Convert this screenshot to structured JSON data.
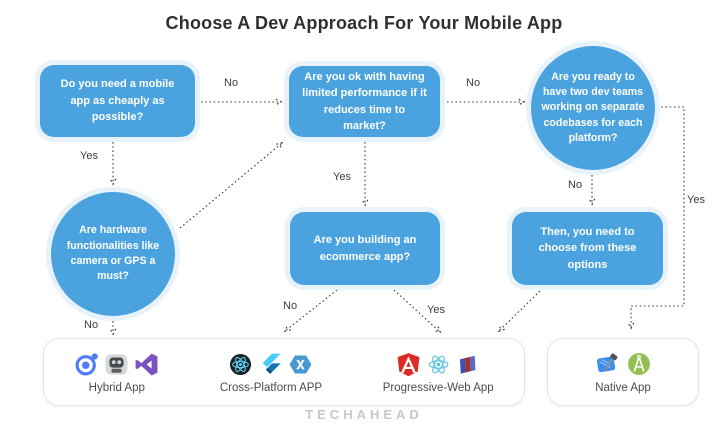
{
  "title": "Choose A Dev Approach For Your Mobile App",
  "brand": "TECHAHEAD",
  "colors": {
    "node_blue": "#4AA3DE",
    "node_halo": "#E8F2FA",
    "arrow": "#3d3d3d",
    "title_text": "#303030",
    "brand_text": "#c7c7c7"
  },
  "nodes": [
    {
      "id": "q-cheap",
      "shape": "rect",
      "text": "Do you need a mobile app as cheaply as possible?"
    },
    {
      "id": "q-performance",
      "shape": "rect",
      "text": "Are you ok with having limited performance if it reduces time to market?"
    },
    {
      "id": "q-two-teams",
      "shape": "circle",
      "text": "Are you ready to have two dev teams working on separate codebases for each platform?"
    },
    {
      "id": "q-hardware",
      "shape": "circle",
      "text": "Are hardware functionalities like camera or GPS a must?"
    },
    {
      "id": "q-ecommerce",
      "shape": "rect",
      "text": "Are you building an ecommerce app?"
    },
    {
      "id": "choose-options",
      "shape": "rect",
      "text": "Then, you need to choose from these options"
    }
  ],
  "edges": [
    {
      "label": "No",
      "from": "q-cheap",
      "to": "q-performance"
    },
    {
      "label": "No",
      "from": "q-performance",
      "to": "q-two-teams"
    },
    {
      "label": "Yes",
      "from": "q-cheap",
      "to": "q-hardware"
    },
    {
      "label": "Yes",
      "from": "q-performance",
      "to": "q-ecommerce"
    },
    {
      "label": "No",
      "from": "q-two-teams",
      "to": "choose-options"
    },
    {
      "label": "Yes",
      "from": "q-two-teams",
      "to": "native-app"
    },
    {
      "label": "No",
      "from": "q-hardware",
      "to": "hybrid-app"
    },
    {
      "label": "No",
      "from": "q-ecommerce",
      "to": "cross-platform-app"
    },
    {
      "label": "Yes",
      "from": "q-ecommerce",
      "to": "progressive-web-app"
    },
    {
      "label": "",
      "from": "q-hardware",
      "to": "q-performance"
    },
    {
      "label": "",
      "from": "choose-options",
      "to": "progressive-web-app"
    }
  ],
  "outcomes": [
    {
      "id": "hybrid-app",
      "label": "Hybrid App",
      "icons": [
        "ionic-icon",
        "phonegap-robot-icon",
        "visual-studio-icon"
      ]
    },
    {
      "id": "cross-platform-app",
      "label": "Cross-Platform APP",
      "icons": [
        "react-icon",
        "flutter-icon",
        "xamarin-icon"
      ]
    },
    {
      "id": "progressive-web-app",
      "label": "Progressive-Web App",
      "icons": [
        "angular-icon",
        "react-icon",
        "polymer-icon"
      ]
    },
    {
      "id": "native-app",
      "label": "Native App",
      "icons": [
        "xcode-icon",
        "android-studio-icon"
      ]
    }
  ]
}
